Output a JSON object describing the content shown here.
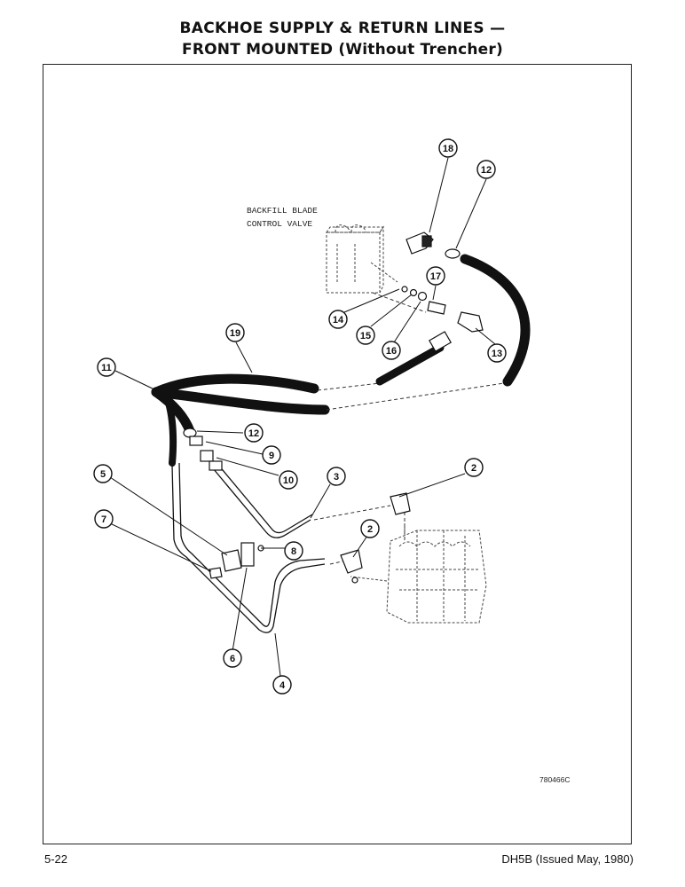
{
  "header": {
    "title_line1": "BACKHOE SUPPLY & RETURN LINES —",
    "title_line2": "FRONT MOUNTED (Without Trencher)"
  },
  "diagram": {
    "component_label_line1": "BACKFILL BLADE",
    "component_label_line2": "CONTROL VALVE",
    "figure_number": "780466C",
    "callouts": [
      "18",
      "12",
      "17",
      "14",
      "15",
      "16",
      "13",
      "19",
      "11",
      "12",
      "9",
      "10",
      "3",
      "2",
      "5",
      "8",
      "2",
      "7",
      "6",
      "4"
    ]
  },
  "footer": {
    "page_number": "5-22",
    "publication": "DH5B (Issued May, 1980)"
  }
}
